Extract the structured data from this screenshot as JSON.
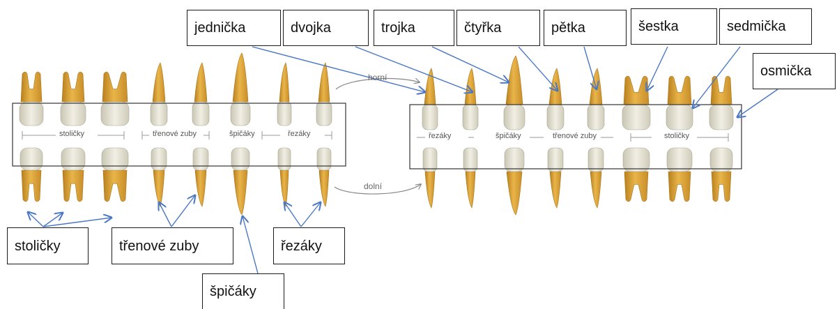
{
  "colors": {
    "root_gold": "#d9a33c",
    "root_dark": "#b9801e",
    "crown": "#e6e4d6",
    "arrow": "#4a78c4",
    "frame": "#333333"
  },
  "labels": {
    "jednicka": "jednička",
    "dvojka": "dvojka",
    "trojka": "trojka",
    "ctyrka": "čtyřka",
    "petka": "pětka",
    "sestka": "šestka",
    "sedmicka": "sedmička",
    "osmicka": "osmička",
    "stolicky": "stoličky",
    "trenove_zuby": "třenové zuby",
    "spicaky": "špičáky",
    "rezaky": "řezáky"
  },
  "figure": {
    "left_captions": [
      "stoličky",
      "třenové zuby",
      "špičáky",
      "řezáky"
    ],
    "right_captions": [
      "řezáky",
      "špičáky",
      "třenové zuby",
      "stoličky"
    ],
    "horni": "horní",
    "dolni": "dolní"
  }
}
